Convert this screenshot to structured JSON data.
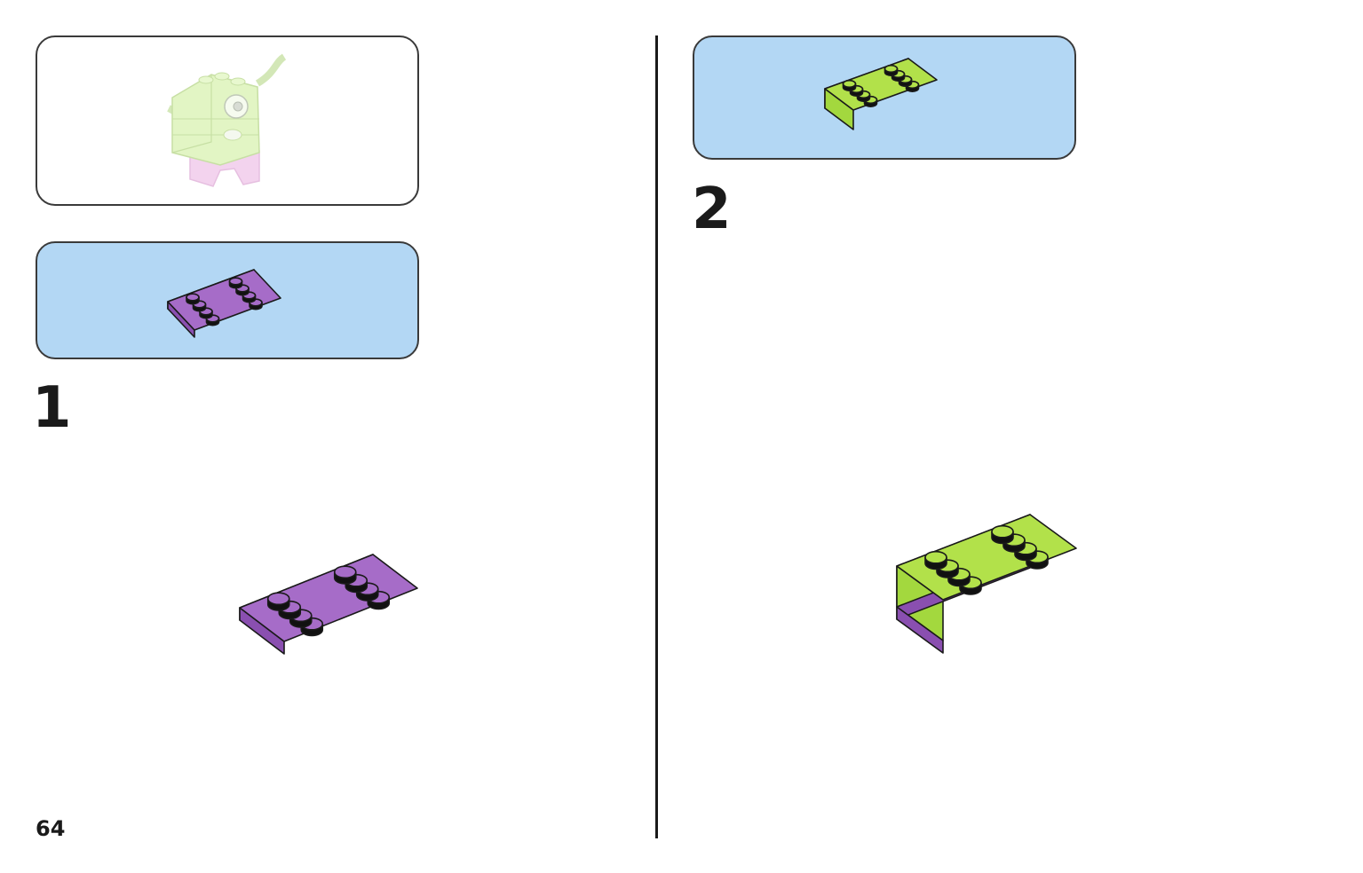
{
  "steps": [
    {
      "number": "1",
      "part": {
        "name": "plate-2x4",
        "color": "#a66cc8"
      }
    },
    {
      "number": "2",
      "part": {
        "name": "brick-2x4",
        "color": "#b2e14a"
      }
    }
  ],
  "page_number": "64",
  "colors": {
    "parts_panel_bg": "#b3d7f4",
    "outline": "#1a1a1a",
    "purple_top": "#a66cc8",
    "purple_side": "#8a4fb0",
    "lime_top": "#b2e14a",
    "lime_side": "#a3d83e",
    "model_preview_green": "#e2f5c4",
    "model_preview_pink": "#f3d3ee"
  }
}
